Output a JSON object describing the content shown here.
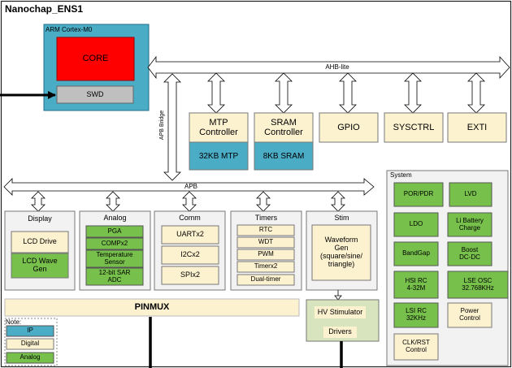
{
  "title": "Nanochap_ENS1",
  "colors": {
    "ip": "#4bacc6",
    "digital": "#fdf2d0",
    "analog": "#77c04b",
    "core": "#ff0000",
    "swd": "#bfbfbf",
    "system_bg": "#f2f2f2",
    "block_bg": "#f2f2f2",
    "stim_bg": "#d7e4bd"
  },
  "cpu": {
    "title": "ARM Cortex-M0",
    "core": "CORE",
    "swd": "SWD"
  },
  "buses": {
    "ahb": "AHB-lite",
    "apb": "APB",
    "bridge": "APB Bridge"
  },
  "ahb_blocks": {
    "mtp": {
      "controller": "MTP\nController",
      "memory": "32KB MTP"
    },
    "sram": {
      "controller": "SRAM\nController",
      "memory": "8KB SRAM"
    },
    "gpio": "GPIO",
    "sysctrl": "SYSCTRL",
    "exti": "EXTI"
  },
  "display": {
    "title": "Display",
    "items": [
      "LCD Drive",
      "LCD Wave\nGen"
    ]
  },
  "analog": {
    "title": "Analog",
    "items": [
      "PGA",
      "COMPx2",
      "Temperature\nSensor",
      "12-bit SAR\nADC"
    ]
  },
  "comm": {
    "title": "Comm",
    "items": [
      "UARTx2",
      "I2Cx2",
      "SPIx2"
    ]
  },
  "timers": {
    "title": "Timers",
    "items": [
      "RTC",
      "WDT",
      "PWM",
      "Timerx2",
      "Dual-timer"
    ]
  },
  "stim": {
    "title": "Stim",
    "waveform": "Waveform\nGen\n(square/sine/\ntriangle)"
  },
  "pinmux": "PINMUX",
  "hv": {
    "line1": "HV Stimulator",
    "line2": "Drivers"
  },
  "system": {
    "title": "System",
    "items": [
      "POR/PDR",
      "LVD",
      "LDO",
      "Li Battery\nCharge",
      "BandGap",
      "Boost\nDC-DC",
      "HSI RC\n4-32M",
      "LSE OSC\n32.768KHz",
      "LSI RC\n32KHz",
      "Power\nControl",
      "CLK/RST\nControl"
    ]
  },
  "note": {
    "title": "Note:",
    "ip": "IP",
    "digital": "Digital",
    "analog": "Analog"
  }
}
